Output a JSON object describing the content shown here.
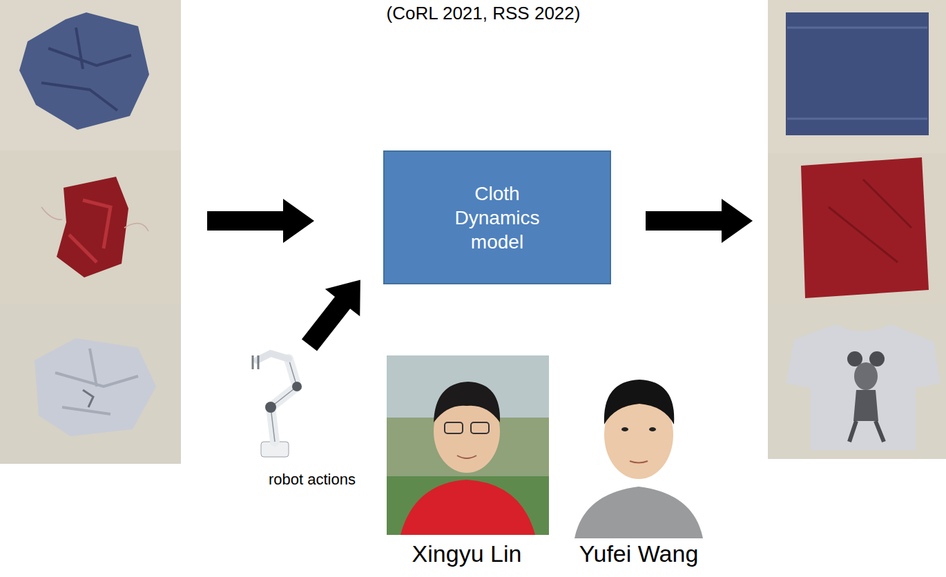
{
  "diagram": {
    "title": "(CoRL 2021, RSS 2022)",
    "nodes": [
      {
        "text": [
          "Cloth Dynamics model"
        ]
      }
    ],
    "labels": [
      "robot actions",
      "Xingyu Lin",
      "Yufei Wang"
    ]
  }
}
